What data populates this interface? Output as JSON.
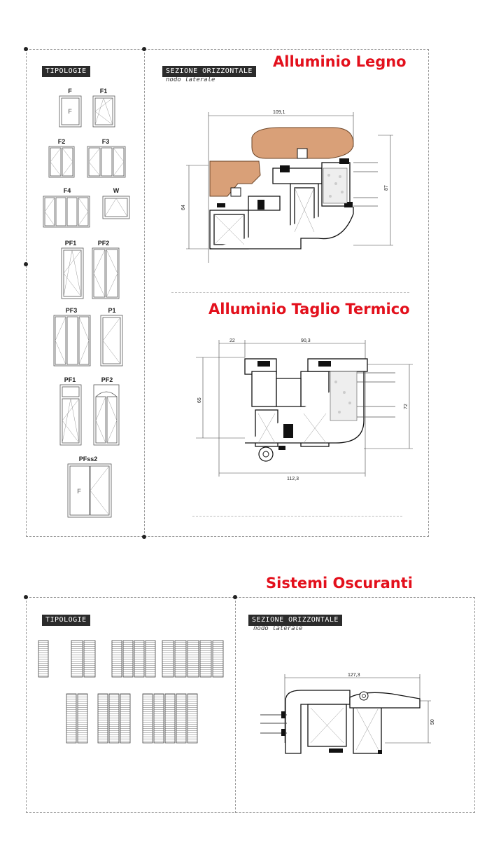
{
  "titles": {
    "alluminio_legno": "Alluminio Legno",
    "alluminio_taglio_termico": "Alluminio Taglio Termico",
    "sistemi_oscuranti": "Sistemi Oscuranti"
  },
  "section1": {
    "tipologie_tag": "TIPOLOGIE",
    "sezione_tag": "SEZIONE ORIZZONTALE",
    "sezione_sub": "nodo laterale",
    "window_types": [
      "F",
      "F1",
      "F2",
      "F3",
      "F4",
      "W",
      "PF1",
      "PF2",
      "PF3",
      "P1",
      "PF1",
      "PF2",
      "PFss2"
    ],
    "fixed_marker": "F"
  },
  "legno_dims": {
    "width": "109,1",
    "left": "64",
    "right": "87"
  },
  "termico_dims": {
    "left_top": "22",
    "top": "90,3",
    "left": "65",
    "right": "72",
    "bottom": "112,3"
  },
  "section2": {
    "tipologie_tag": "TIPOLOGIE",
    "sezione_tag": "SEZIONE ORIZZONTALE",
    "sezione_sub": "nodo laterale"
  },
  "oscuranti_dims": {
    "top": "127,3",
    "right": "50"
  },
  "colors": {
    "accent": "#e3101c",
    "wood": "#d9a078",
    "tag_bg": "#2b2b2b"
  }
}
